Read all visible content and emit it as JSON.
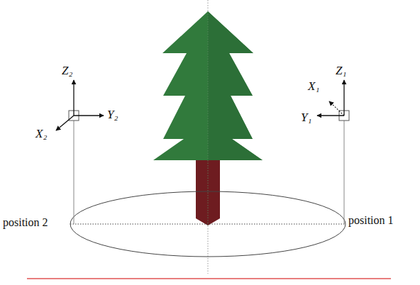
{
  "diagram": {
    "labels": [
      "Z₂",
      "Y₂",
      "X₂",
      "Z₁",
      "X₁",
      "Y₁",
      "position 2",
      "position 1"
    ]
  }
}
